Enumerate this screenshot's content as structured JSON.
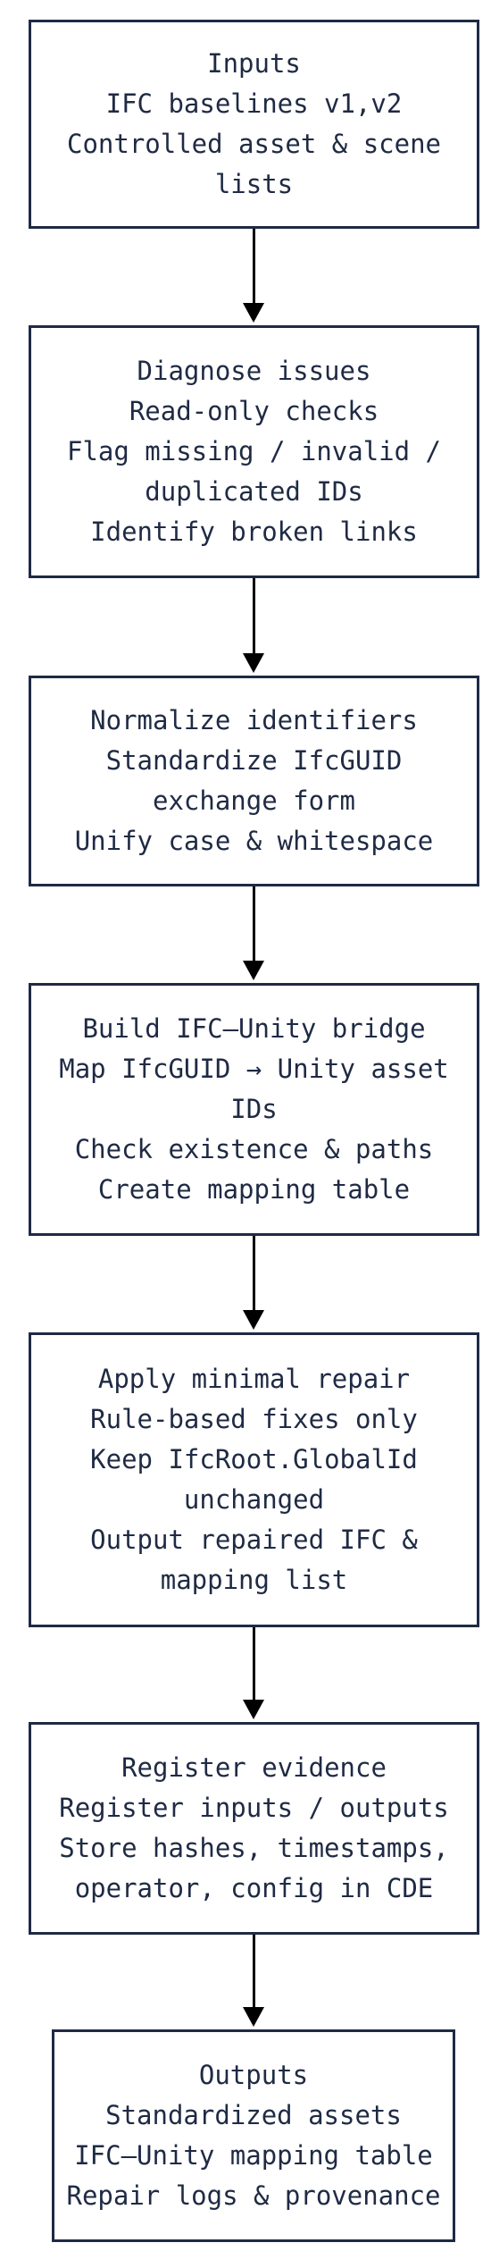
{
  "nodes": [
    {
      "id": "inputs",
      "lines": [
        "Inputs",
        "IFC baselines v1,v2",
        "Controlled asset & scene",
        "lists"
      ]
    },
    {
      "id": "diagnose",
      "lines": [
        "Diagnose issues",
        "Read-only checks",
        "Flag missing / invalid /",
        "duplicated IDs",
        "Identify broken links"
      ]
    },
    {
      "id": "normalize",
      "lines": [
        "Normalize identifiers",
        "Standardize IfcGUID",
        "exchange form",
        "Unify case & whitespace"
      ]
    },
    {
      "id": "bridge",
      "lines": [
        "Build IFC–Unity bridge",
        "Map IfcGUID → Unity asset",
        "IDs",
        "Check existence & paths",
        "Create mapping table"
      ]
    },
    {
      "id": "repair",
      "lines": [
        "Apply minimal repair",
        "Rule-based fixes only",
        "Keep IfcRoot.GlobalId",
        "unchanged",
        "Output repaired IFC &",
        "mapping list"
      ]
    },
    {
      "id": "evidence",
      "lines": [
        "Register evidence",
        "Register inputs / outputs",
        "Store hashes, timestamps,",
        "operator, config in CDE"
      ]
    },
    {
      "id": "outputs",
      "lines": [
        "Outputs",
        "Standardized assets",
        "IFC–Unity mapping table",
        "Repair logs & provenance"
      ]
    }
  ],
  "edges": [
    {
      "from": "inputs",
      "to": "diagnose"
    },
    {
      "from": "diagnose",
      "to": "normalize"
    },
    {
      "from": "normalize",
      "to": "bridge"
    },
    {
      "from": "bridge",
      "to": "repair"
    },
    {
      "from": "repair",
      "to": "evidence"
    },
    {
      "from": "evidence",
      "to": "outputs"
    }
  ]
}
